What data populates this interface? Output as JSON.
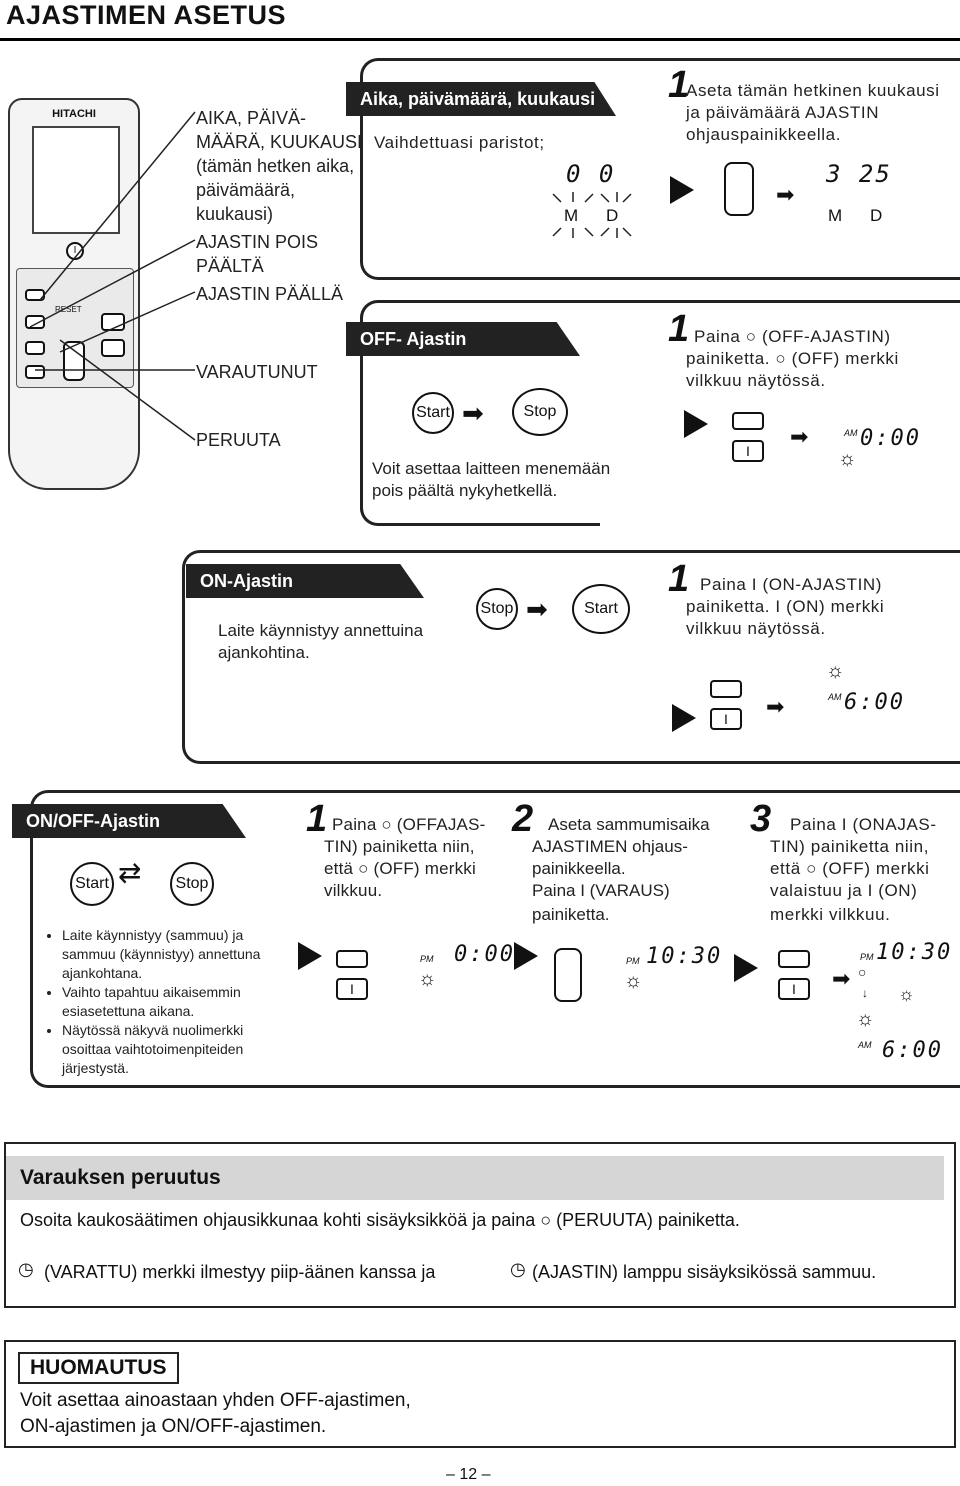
{
  "page": {
    "title": "AJASTIMEN ASETUS",
    "page_number": "– 12 –"
  },
  "remote": {
    "brand": "HITACHI",
    "reset_label": "RESET",
    "callouts": [
      "AIKA, PÄIVÄ-",
      "MÄÄRÄ, KUUKAUSI",
      "(tämän hetken aika,",
      "päivämäärä,",
      "kuukausi)",
      "AJASTIN POIS",
      "PÄÄLTÄ",
      "AJASTIN PÄÄLLÄ",
      "VARAUTUNUT",
      "PERUUTA"
    ]
  },
  "section_clock": {
    "header": "Aika, päivämäärä, kuukausi",
    "subtitle": "Vaihdettuasi paristot;",
    "display_initial": "0  0",
    "display_set": "3 25",
    "label_m": "M",
    "label_d": "D",
    "step_number": "1",
    "step_text": [
      "Aseta tämän hetkinen kuukausi",
      "ja päivämäärä AJASTIN",
      "ohjauspainikkeella."
    ]
  },
  "section_off": {
    "header": "OFF- Ajastin",
    "start": "Start",
    "stop": "Stop",
    "desc": [
      "Voit asettaa laitteen menemään",
      "pois päältä nykyhetkellä."
    ],
    "step_number": "1",
    "step_text": [
      "Paina ○ (OFF-AJASTIN)",
      "painiketta. ○ (OFF) merkki",
      "vilkkuu näytössä."
    ],
    "display_ampm": "AM",
    "display_time": "0:00"
  },
  "section_on": {
    "header": "ON-Ajastin",
    "desc": [
      "Laite käynnistyy annettuina",
      "ajankohtina."
    ],
    "stop": "Stop",
    "start": "Start",
    "step_number": "1",
    "step_text": [
      "Paina  I (ON-AJASTIN)",
      "painiketta.  I (ON) merkki",
      "vilkkuu näytössä."
    ],
    "display_ampm": "AM",
    "display_time": "6:00"
  },
  "section_onoff": {
    "header": "ON/OFF-Ajastin",
    "start": "Start",
    "stop": "Stop",
    "bullets": [
      "Laite käynnistyy (sammuu) ja sammuu (käynnistyy) annettuna ajankohtana.",
      "Vaihto tapahtuu aikaisemmin esiasetettuna aikana.",
      "Näytössä näkyvä nuolimerkki osoittaa vaihtotoimenpiteiden järjestystä."
    ],
    "step1_number": "1",
    "step1_text": [
      "Paina ○ (OFFAJAS-",
      "TIN) painiketta niin,",
      " että ○ (OFF) merkki",
      "vilkkuu."
    ],
    "step2_number": "2",
    "step2_text": [
      "Aseta sammumisaika",
      "AJASTIMEN ohjaus-",
      "painikkeella.",
      "Paina  I (VARAUS)",
      "painiketta."
    ],
    "step3_number": "3",
    "step3_text": [
      "Paina  I (ONAJAS-",
      "TIN) painiketta niin,",
      "että ○ (OFF) merkki",
      "valaistuu ja  I (ON)",
      "merkki vilkkuu."
    ],
    "disp1_ampm": "PM",
    "disp1_time": "0:00",
    "disp2_ampm": "PM",
    "disp2_time": "10:30",
    "disp3_ampm": "PM",
    "disp3_time": "10:30",
    "disp3_ampm2": "AM",
    "disp3_time2": "6:00"
  },
  "cancel": {
    "header": "Varauksen peruutus",
    "line1": "Osoita kaukosäätimen ohjausikkunaa kohti sisäyksikköä ja paina ○ (PERUUTA) painiketta.",
    "line2": "(VARATTU) merkki ilmestyy piip-äänen kanssa ja ",
    "line2b": "(AJASTIN) lamppu sisäyksikössä sammuu."
  },
  "note": {
    "header": "HUOMAUTUS",
    "lines": [
      "Voit asettaa ainoastaan yhden OFF-ajastimen,",
      "ON-ajastimen ja ON/OFF-ajastimen."
    ]
  }
}
